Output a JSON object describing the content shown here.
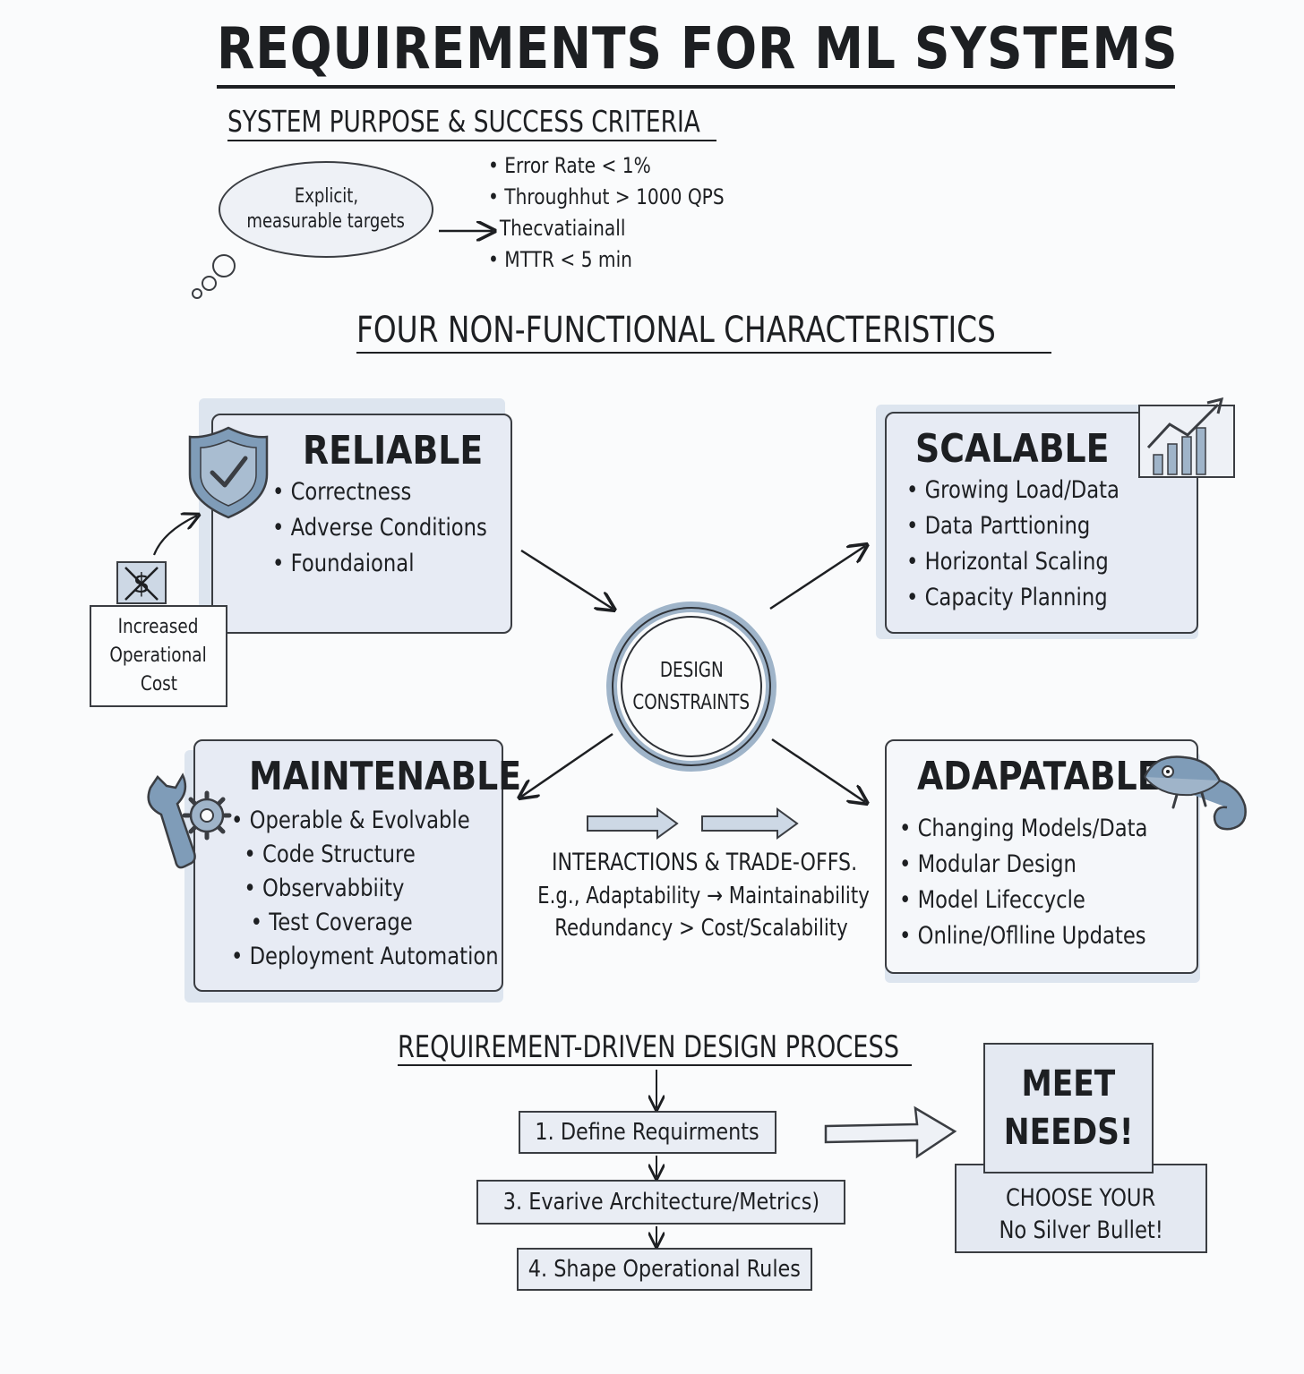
{
  "title": "REQUIREMENTS FOR ML SYSTEMS",
  "purpose": {
    "heading": "SYSTEM PURPOSE & SUCCESS CRITERIA",
    "bubble_line1": "Explicit,",
    "bubble_line2": "measurable targets",
    "criteria": [
      "Error Rate < 1%",
      "Throughhut > 1000 QPS",
      "Thecvatiainall",
      "MTTR < 5 min"
    ]
  },
  "characteristics_heading": "FOUR NON-FUNCTIONAL CHARACTERISTICS",
  "reliable": {
    "title": "RELIABLE",
    "items": [
      "Correctness",
      "Adverse Conditions",
      "Foundaional"
    ]
  },
  "cost_note": [
    "Increased",
    "Operational",
    "Cost"
  ],
  "scalable": {
    "title": "SCALABLE",
    "items": [
      "Growing Load/Data",
      "Data Parttioning",
      "Horizontal Scaling",
      "Capacity Planning"
    ]
  },
  "center": {
    "line1": "DESIGN",
    "line2": "CONSTRAINTS"
  },
  "maintenable": {
    "title": "MAINTENABLE",
    "items": [
      "Operable & Evolvable",
      "Code Structure",
      "Observabbiity",
      "Test Coverage",
      "Deployment Automation"
    ]
  },
  "adapatable": {
    "title": "ADAPATABLE",
    "items": [
      "Changing Models/Data",
      "Modular Design",
      "Model Lifeccycle",
      "Online/Oflline Updates"
    ]
  },
  "tradeoffs": {
    "heading": "INTERACTIONS & TRADE-OFFS.",
    "line1": "E.g., Adaptability → Maintainability",
    "line2": "Redundancy > Cost/Scalability"
  },
  "process": {
    "heading": "REQUIREMENT-DRIVEN DESIGN PROCESS",
    "steps": [
      "1. Define Requirments",
      "3. Evarive Architecture/Metrics)",
      "4. Shape Operational Rules"
    ]
  },
  "meet": {
    "line1": "MEET",
    "line2": "NEEDS!"
  },
  "choose": {
    "line1": "CHOOSE YOUR",
    "line2": "No Silver Bullet!"
  },
  "colors": {
    "accent": "#9fb4c9",
    "card_fill": "#e7ebf4",
    "icon_blue": "#7f9cb8",
    "ink": "#1d1f22"
  }
}
